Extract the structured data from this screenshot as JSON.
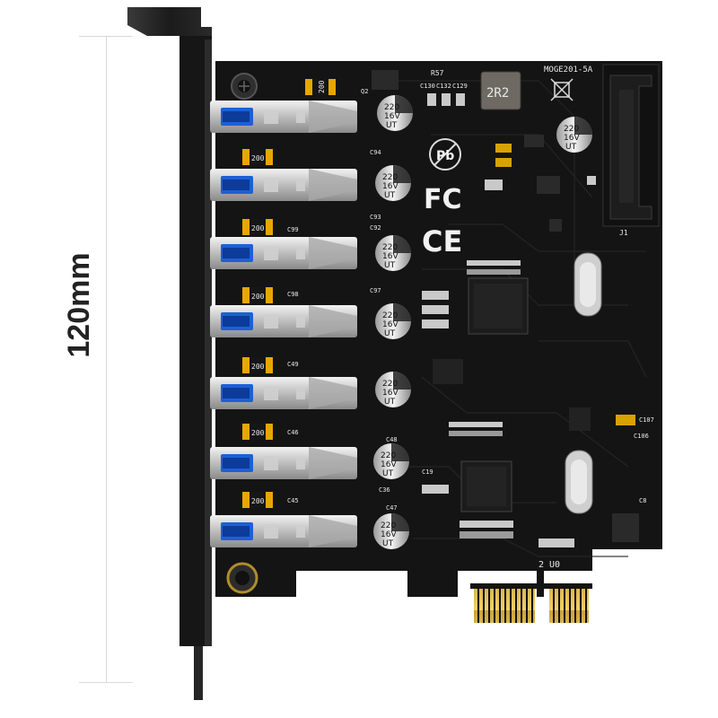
{
  "dimension": {
    "label": "120mm"
  },
  "board": {
    "model": "MOGE201-5A",
    "top_labels": [
      "R57",
      "C130",
      "C132",
      "C129",
      "Q2"
    ],
    "inductor": "2R2",
    "certifications": {
      "fcc": "FC",
      "ce": "CE",
      "pb_free": "Pb"
    },
    "connector_label": "J1",
    "pcie_label": "2 U0",
    "cap_labels": [
      "C94",
      "C93",
      "C92",
      "C97",
      "C98",
      "C99",
      "C49",
      "C46",
      "C48",
      "C45",
      "C47",
      "C36",
      "C19",
      "C107",
      "C106",
      "C8"
    ]
  },
  "capacitors": [
    {
      "value": "220",
      "voltage": "16V",
      "type": "UT"
    },
    {
      "value": "220",
      "voltage": "16V",
      "type": "UT"
    },
    {
      "value": "220",
      "voltage": "16V",
      "type": "UT"
    },
    {
      "value": "220",
      "voltage": "16V",
      "type": "UT"
    },
    {
      "value": "220",
      "voltage": "16V",
      "type": "UT"
    },
    {
      "value": "220",
      "voltage": "16V",
      "type": "UT"
    },
    {
      "value": "220",
      "voltage": "16V",
      "type": "UT"
    },
    {
      "value": "220",
      "voltage": "16V",
      "type": "UT"
    }
  ],
  "fuses": [
    "200",
    "200",
    "200",
    "200",
    "200",
    "200",
    "200"
  ],
  "usb_ports": 7,
  "icon_names": [
    "usb-port-icon",
    "screw-icon",
    "sata-connector-icon",
    "pcie-connector-icon"
  ]
}
